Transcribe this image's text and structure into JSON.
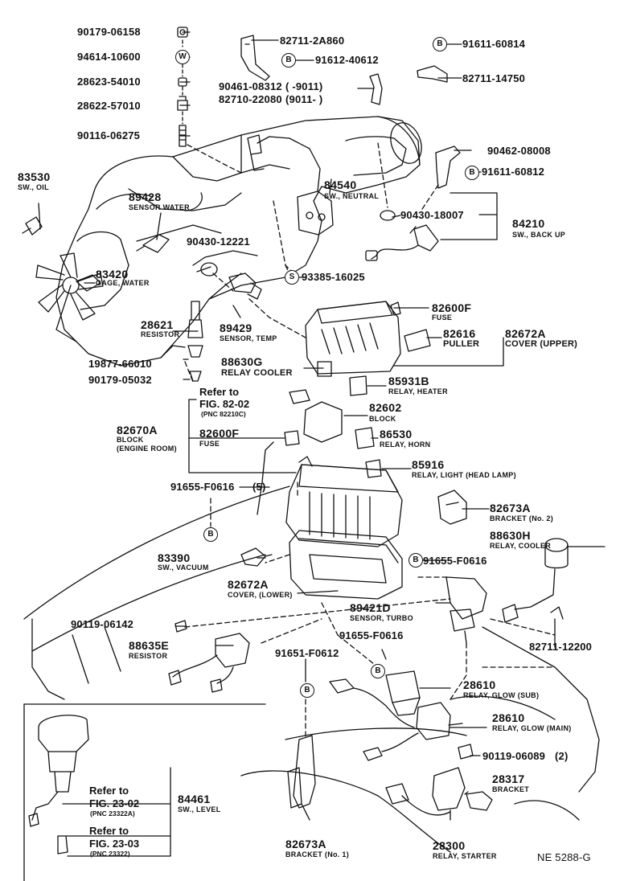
{
  "drawing_code": "NE 5288-G",
  "callout_letters": {
    "b": "B",
    "s": "S",
    "w": "W"
  },
  "parts": {
    "p90179_06158": {
      "number": "90179-06158"
    },
    "p94614_10600": {
      "number": "94614-10600"
    },
    "p28623_54010": {
      "number": "28623-54010"
    },
    "p28622_57010": {
      "number": "28622-57010"
    },
    "p90116_06275": {
      "number": "90116-06275"
    },
    "p82711_2A860": {
      "number": "82711-2A860"
    },
    "p91612_40612": {
      "number": "91612-40612"
    },
    "p90461_08312": {
      "number": "90461-08312",
      "range": "(        -9011)"
    },
    "p82710_22080": {
      "number": "82710-22080",
      "range": "(9011-        )"
    },
    "p91611_60814": {
      "number": "91611-60814"
    },
    "p82711_14750": {
      "number": "82711-14750"
    },
    "p90462_08008": {
      "number": "90462-08008"
    },
    "p91611_60812": {
      "number": "91611-60812"
    },
    "p83530": {
      "number": "83530",
      "desc": "SW., OIL"
    },
    "p89428": {
      "number": "89428",
      "desc": "SENSOR WATER"
    },
    "p84540": {
      "number": "84540",
      "desc": "SW., NEUTRAL"
    },
    "p90430_18007": {
      "number": "90430-18007"
    },
    "p84210": {
      "number": "84210",
      "desc": "SW., BACK UP"
    },
    "p90430_12221": {
      "number": "90430-12221"
    },
    "p83420": {
      "number": "83420",
      "desc": "GAGE, WATER"
    },
    "p93385_16025": {
      "number": "93385-16025"
    },
    "p82600F_a": {
      "number": "82600F",
      "desc": "FUSE"
    },
    "p28621": {
      "number": "28621",
      "desc": "RESISTOR"
    },
    "p89429": {
      "number": "89429",
      "desc": "SENSOR, TEMP"
    },
    "p82616": {
      "number": "82616",
      "desc": "PULLER"
    },
    "p82672A_up": {
      "number": "82672A",
      "desc": "COVER (UPPER)"
    },
    "p19877_66010": {
      "number": "19877-66010"
    },
    "p88630G": {
      "number": "88630G",
      "desc": "RELAY COOLER"
    },
    "p90179_05032": {
      "number": "90179-05032"
    },
    "p85931B": {
      "number": "85931B",
      "desc": "RELAY, HEATER"
    },
    "ref_82_02": {
      "line1": "Refer to",
      "line2": "FIG. 82-02",
      "pnc": "(PNC 82210C)"
    },
    "p82602": {
      "number": "82602",
      "desc": "BLOCK"
    },
    "p82670A": {
      "number": "82670A",
      "desc1": "BLOCK",
      "desc2": "(ENGINE ROOM)"
    },
    "p82600F_b": {
      "number": "82600F",
      "desc": "FUSE"
    },
    "p86530": {
      "number": "86530",
      "desc": "RELAY, HORN"
    },
    "p85916": {
      "number": "85916",
      "desc": "RELAY, LIGHT (HEAD LAMP)"
    },
    "p91655_F0616_5": {
      "number": "91655-F0616",
      "qty": "(5)"
    },
    "p82673A_2": {
      "number": "82673A",
      "desc": "BRACKET (No. 2)"
    },
    "p88630H": {
      "number": "88630H",
      "desc": "RELAY, COOLER"
    },
    "p83390": {
      "number": "83390",
      "desc": "SW., VACUUM"
    },
    "p91655_F0616_b": {
      "number": "91655-F0616"
    },
    "p82672A_low": {
      "number": "82672A",
      "desc": "COVER, (LOWER)"
    },
    "p89421D": {
      "number": "89421D",
      "desc": "SENSOR, TURBO"
    },
    "p90119_06142": {
      "number": "90119-06142"
    },
    "p82711_12200": {
      "number": "82711-12200"
    },
    "p88635E": {
      "number": "88635E",
      "desc": "RESISTOR"
    },
    "p91655_F0616_c": {
      "number": "91655-F0616"
    },
    "p91651_F0612": {
      "number": "91651-F0612"
    },
    "p28610_sub": {
      "number": "28610",
      "desc": "RELAY, GLOW (SUB)"
    },
    "p28610_main": {
      "number": "28610",
      "desc": "RELAY, GLOW (MAIN)"
    },
    "p90119_06089": {
      "number": "90119-06089",
      "qty": "(2)"
    },
    "ref_23_02": {
      "line1": "Refer to",
      "line2": "FIG. 23-02",
      "pnc": "(PNC 23322A)"
    },
    "p84461": {
      "number": "84461",
      "desc": "SW., LEVEL"
    },
    "p28317": {
      "number": "28317",
      "desc": "BRACKET"
    },
    "ref_23_03": {
      "line1": "Refer to",
      "line2": "FIG. 23-03",
      "pnc": "(PNC 23322)"
    },
    "p82673A_1": {
      "number": "82673A",
      "desc": "BRACKET (No. 1)"
    },
    "p28300": {
      "number": "28300",
      "desc": "RELAY, STARTER"
    }
  }
}
